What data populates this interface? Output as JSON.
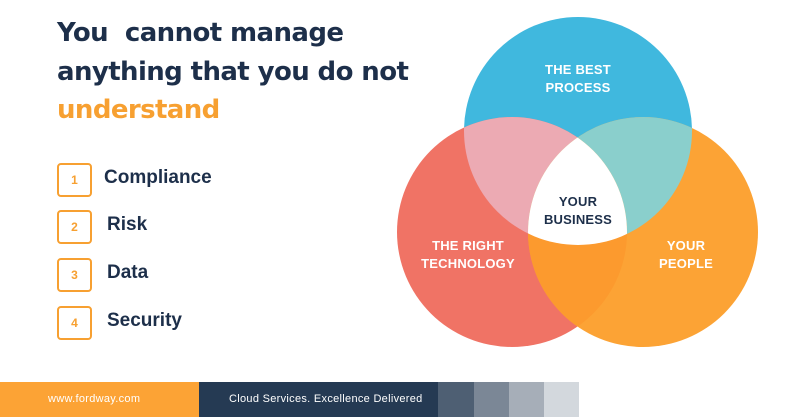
{
  "headline": {
    "line1": "You  cannot manage",
    "line2": "anything that you do not",
    "line3": "understand"
  },
  "list": {
    "items": [
      {
        "number": "1",
        "label": "Compliance"
      },
      {
        "number": "2",
        "label": "Risk"
      },
      {
        "number": "3",
        "label": "Data"
      },
      {
        "number": "4",
        "label": "Security"
      }
    ]
  },
  "venn": {
    "circles": [
      {
        "id": "process",
        "line1": "THE BEST",
        "line2": "PROCESS",
        "color": "#40b8de"
      },
      {
        "id": "technology",
        "line1": "THE RIGHT",
        "line2": "TECHNOLOGY",
        "color": "#f07365"
      },
      {
        "id": "people",
        "line1": "YOUR",
        "line2": "PEOPLE",
        "color": "#fca335"
      }
    ],
    "overlaps": {
      "process_technology": "#ecaab3",
      "process_people": "#8acfcc",
      "technology_people": "#fc9a2e",
      "center": "#ffffff"
    },
    "center": {
      "line1": "YOUR",
      "line2": "BUSINESS"
    }
  },
  "footer": {
    "website": "www.fordway.com",
    "tagline": "Cloud Services. Excellence Delivered",
    "colors": {
      "orange": "#fca335",
      "navy": "#253a53",
      "shades": [
        "#4e5f73",
        "#7b8796",
        "#a6aeb8",
        "#d3d8dd"
      ]
    }
  },
  "colors": {
    "navy_text": "#1d2f4a",
    "accent_orange": "#f7a031"
  }
}
